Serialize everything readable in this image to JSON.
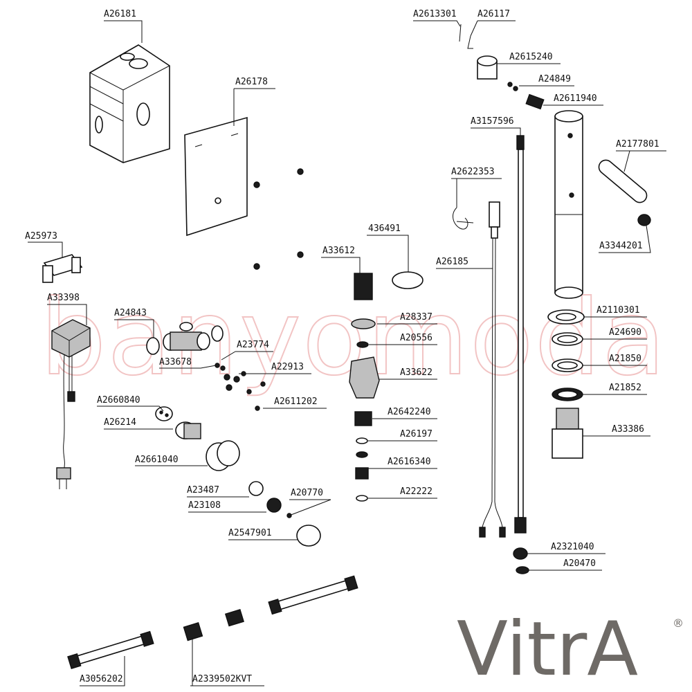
{
  "watermark": {
    "text": "banyomoda"
  },
  "brand": {
    "logo_text": "VitrA",
    "registered_mark": "®",
    "color": "#6e6a66"
  },
  "parts": [
    {
      "id": "A26181",
      "label": "A26181"
    },
    {
      "id": "A26178",
      "label": "A26178"
    },
    {
      "id": "A25973",
      "label": "A25973"
    },
    {
      "id": "A33398",
      "label": "A33398"
    },
    {
      "id": "A24843",
      "label": "A24843"
    },
    {
      "id": "A33678",
      "label": "A33678"
    },
    {
      "id": "A23774",
      "label": "A23774"
    },
    {
      "id": "A22913",
      "label": "A22913"
    },
    {
      "id": "A2611202",
      "label": "A2611202"
    },
    {
      "id": "A2660840",
      "label": "A2660840"
    },
    {
      "id": "A26214",
      "label": "A26214"
    },
    {
      "id": "A2661040",
      "label": "A2661040"
    },
    {
      "id": "A23487",
      "label": "A23487"
    },
    {
      "id": "A23108",
      "label": "A23108"
    },
    {
      "id": "A20770",
      "label": "A20770"
    },
    {
      "id": "A2547901",
      "label": "A2547901"
    },
    {
      "id": "A3056202",
      "label": "A3056202"
    },
    {
      "id": "A2339502KVT",
      "label": "A2339502KVT"
    },
    {
      "id": "436491",
      "label": "436491"
    },
    {
      "id": "A33612",
      "label": "A33612"
    },
    {
      "id": "A28337",
      "label": "A28337"
    },
    {
      "id": "A20556",
      "label": "A20556"
    },
    {
      "id": "A33622",
      "label": "A33622"
    },
    {
      "id": "A2642240",
      "label": "A2642240"
    },
    {
      "id": "A26197",
      "label": "A26197"
    },
    {
      "id": "A2616340",
      "label": "A2616340"
    },
    {
      "id": "A22222",
      "label": "A22222"
    },
    {
      "id": "A2613301",
      "label": "A2613301"
    },
    {
      "id": "A26117",
      "label": "A26117"
    },
    {
      "id": "A2615240",
      "label": "A2615240"
    },
    {
      "id": "A24849",
      "label": "A24849"
    },
    {
      "id": "A2611940",
      "label": "A2611940"
    },
    {
      "id": "A3157596",
      "label": "A3157596"
    },
    {
      "id": "A2622353",
      "label": "A2622353"
    },
    {
      "id": "A26185",
      "label": "A26185"
    },
    {
      "id": "A2177801",
      "label": "A2177801"
    },
    {
      "id": "A3344201",
      "label": "A3344201"
    },
    {
      "id": "A2110301",
      "label": "A2110301"
    },
    {
      "id": "A24690",
      "label": "A24690"
    },
    {
      "id": "A21850",
      "label": "A21850"
    },
    {
      "id": "A21852",
      "label": "A21852"
    },
    {
      "id": "A33386",
      "label": "A33386"
    },
    {
      "id": "A2321040",
      "label": "A2321040"
    },
    {
      "id": "A20470",
      "label": "A20470"
    }
  ]
}
